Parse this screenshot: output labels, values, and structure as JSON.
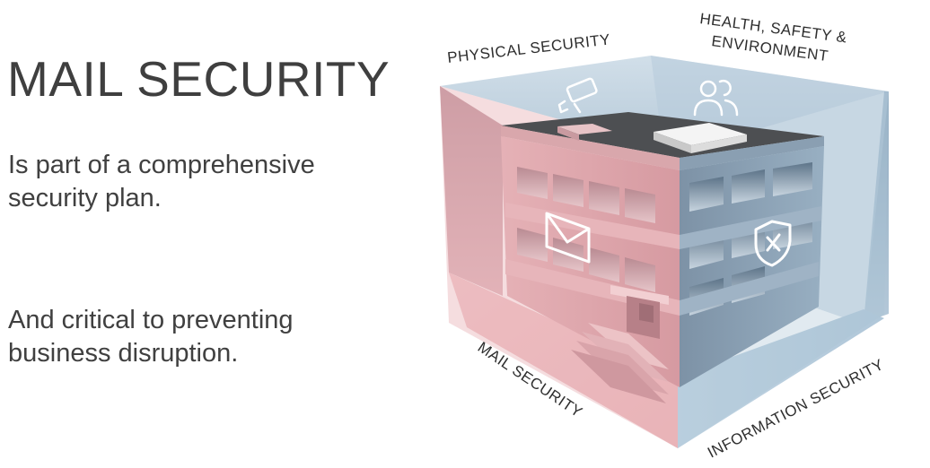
{
  "heading": "MAIL SECURITY",
  "body": {
    "paragraph_1": "Is part of a comprehensive security plan.",
    "paragraph_2": "And critical to preventing business disruption."
  },
  "diagram": {
    "labels": {
      "physical": "PHYSICAL SECURITY",
      "health_line1": "HEALTH, SAFETY &",
      "health_line2": "ENVIRONMENT",
      "mail": "MAIL SECURITY",
      "information": "INFORMATION SECURITY"
    },
    "icons": [
      "camera-icon",
      "people-icon",
      "envelope-icon",
      "shield-icon"
    ],
    "colors": {
      "mail_zone": "#e8b8bc",
      "info_zone": "#b5cbdb",
      "building_pink": "#dfa7ac",
      "building_blue": "#8ea5b9"
    }
  }
}
